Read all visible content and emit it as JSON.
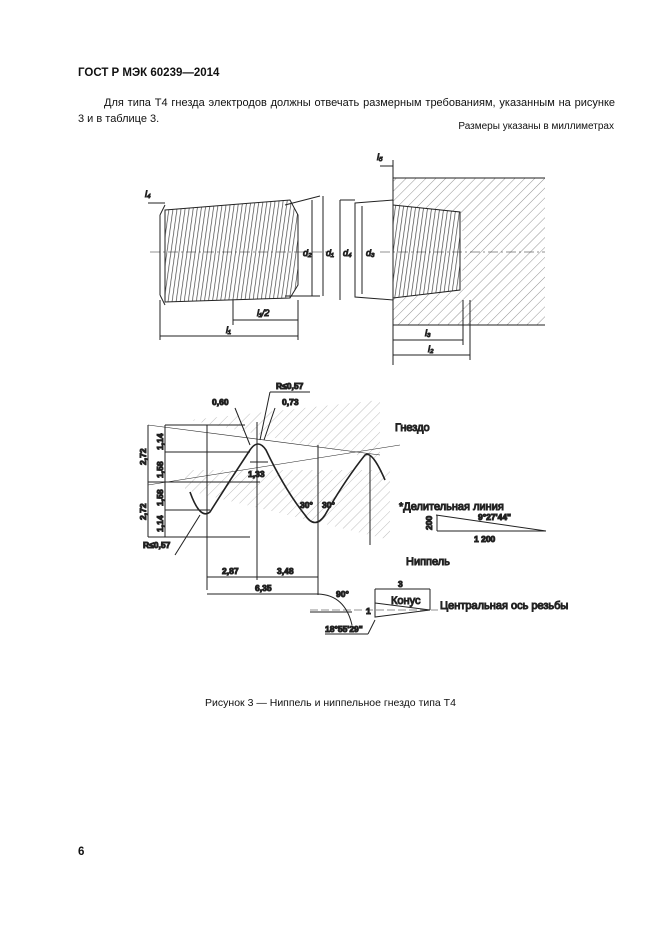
{
  "header": {
    "title": "ГОСТ Р МЭК 60239—2014"
  },
  "body": {
    "paragraph": "Для типа Т4 гнезда электродов должны отвечать размерным требованиям, указанным на рисунке 3 и в таблице 3.",
    "units_note": "Размеры указаны в миллиметрах"
  },
  "figure": {
    "top_labels": {
      "l4": "l₄",
      "d2": "d₂",
      "d1": "d₁",
      "d4": "d₄",
      "d3": "d₃",
      "l5": "l₅",
      "l1_half": "l₁/2",
      "l1": "l₁",
      "l3": "l₃",
      "l2": "l₂"
    },
    "profile_labels": {
      "r_top": "R≤0,57",
      "r_bottom": "R≤0,57",
      "d060": "0,60",
      "d073": "0,73",
      "d133": "1,33",
      "h272a": "2,72",
      "h272b": "2,72",
      "h114a": "1,14",
      "h158a": "1,58",
      "h158b": "1,58",
      "h114b": "1,14",
      "angle30a": "30°",
      "angle30b": "30°",
      "w287": "2,87",
      "w348": "3,48",
      "w635": "6,35",
      "angle90": "90°",
      "cone_len": "3",
      "cone_h": "1",
      "cone_angle": "18°55'29\"",
      "taper_angle": "9°27'44\"",
      "taper_h": "200",
      "taper_l": "1 200"
    },
    "text_labels": {
      "socket": "Гнездо",
      "pitch_line": "*Делительная линия",
      "nipple": "Ниппель",
      "cone": "Конус",
      "axis": "Центральная ось резьбы"
    },
    "caption": "Рисунок 3 — Ниппель и ниппельное гнездо типа Т4"
  },
  "footer": {
    "page_number": "6"
  }
}
